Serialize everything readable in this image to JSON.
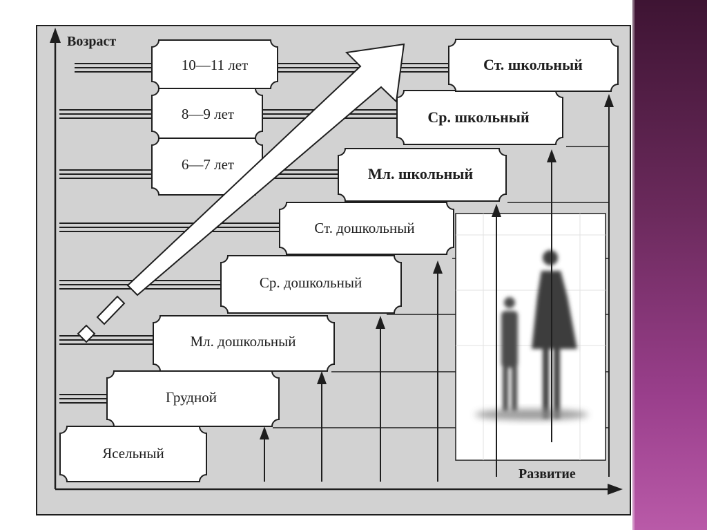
{
  "axes": {
    "y_label": "Возраст",
    "x_label": "Развитие"
  },
  "age_labels": [
    "10—11 лет",
    "8—9 лет",
    "6—7 лет"
  ],
  "stages": [
    {
      "label": "Ясельный",
      "bold": false
    },
    {
      "label": "Грудной",
      "bold": false
    },
    {
      "label": "Мл. дошкольный",
      "bold": false
    },
    {
      "label": "Ср. дошкольный",
      "bold": false
    },
    {
      "label": "Ст. дошкольный",
      "bold": false
    },
    {
      "label": "Мл. школьный",
      "bold": true
    },
    {
      "label": "Ср. школьный",
      "bold": true
    },
    {
      "label": "Ст. школьный",
      "bold": true
    }
  ],
  "colors": {
    "frame_bg": "#d2d2d2",
    "line": "#1e1e1e",
    "box_fill": "#ffffff",
    "strip_accent": "#9a3f8c"
  },
  "icons": [
    "silhouettes-photo"
  ]
}
